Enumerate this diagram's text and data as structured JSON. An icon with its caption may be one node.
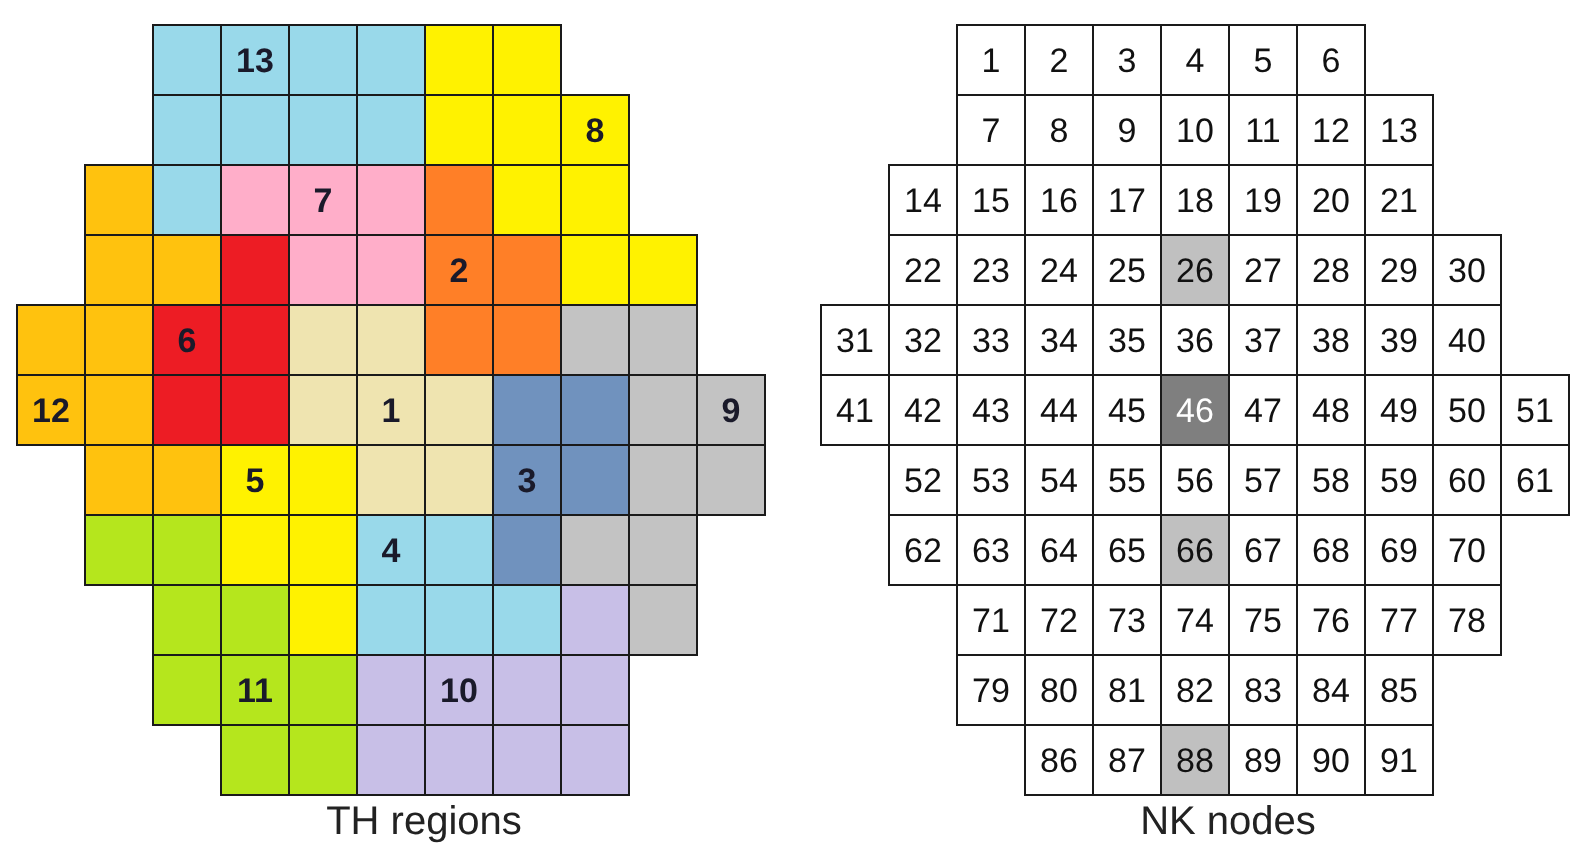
{
  "diagram": {
    "nodes": [
      {
        "text": [],
        "shape": "box"
      },
      {
        "text": [
          "13"
        ]
      },
      {
        "text": [],
        "shape": "box"
      },
      {
        "text": [],
        "shape": "box"
      },
      {
        "text": [],
        "shape": "box"
      },
      {
        "text": [],
        "shape": "box"
      },
      {
        "text": [],
        "shape": "box"
      },
      {
        "text": [],
        "shape": "box"
      },
      {
        "text": [],
        "shape": "box"
      },
      {
        "text": [],
        "shape": "box"
      },
      {
        "text": [],
        "shape": "box"
      },
      {
        "text": [],
        "shape": "box"
      },
      {
        "text": [
          "8"
        ]
      },
      {
        "text": [],
        "shape": "box"
      },
      {
        "text": [],
        "shape": "box"
      },
      {
        "text": [],
        "shape": "box"
      },
      {
        "text": [
          "7"
        ]
      },
      {
        "text": [],
        "shape": "box"
      },
      {
        "text": [],
        "shape": "box"
      },
      {
        "text": [],
        "shape": "box"
      },
      {
        "text": [],
        "shape": "box"
      },
      {
        "text": [],
        "shape": "box"
      },
      {
        "text": [],
        "shape": "box"
      },
      {
        "text": [],
        "shape": "box"
      },
      {
        "text": [],
        "shape": "box"
      },
      {
        "text": [],
        "shape": "box"
      },
      {
        "text": [
          "2"
        ]
      },
      {
        "text": [],
        "shape": "box"
      },
      {
        "text": [],
        "shape": "box"
      },
      {
        "text": [],
        "shape": "box"
      },
      {
        "text": [],
        "shape": "box"
      },
      {
        "text": [],
        "shape": "box"
      },
      {
        "text": [
          "6"
        ]
      },
      {
        "text": [],
        "shape": "box"
      },
      {
        "text": [],
        "shape": "box"
      },
      {
        "text": [],
        "shape": "box"
      },
      {
        "text": [],
        "shape": "box"
      },
      {
        "text": [],
        "shape": "box"
      },
      {
        "text": [],
        "shape": "box"
      },
      {
        "text": [],
        "shape": "box"
      },
      {
        "text": [
          "12"
        ]
      },
      {
        "text": [],
        "shape": "box"
      },
      {
        "text": [],
        "shape": "box"
      },
      {
        "text": [],
        "shape": "box"
      },
      {
        "text": [],
        "shape": "box"
      },
      {
        "text": [
          "1"
        ]
      },
      {
        "text": [],
        "shape": "box"
      },
      {
        "text": [],
        "shape": "box"
      },
      {
        "text": [],
        "shape": "box"
      },
      {
        "text": [],
        "shape": "box"
      },
      {
        "text": [
          "9"
        ]
      },
      {
        "text": [],
        "shape": "box"
      },
      {
        "text": [],
        "shape": "box"
      },
      {
        "text": [
          "5"
        ]
      },
      {
        "text": [],
        "shape": "box"
      },
      {
        "text": [],
        "shape": "box"
      },
      {
        "text": [],
        "shape": "box"
      },
      {
        "text": [
          "3"
        ]
      },
      {
        "text": [],
        "shape": "box"
      },
      {
        "text": [],
        "shape": "box"
      },
      {
        "text": [],
        "shape": "box"
      },
      {
        "text": [],
        "shape": "box"
      },
      {
        "text": [],
        "shape": "box"
      },
      {
        "text": [],
        "shape": "box"
      },
      {
        "text": [],
        "shape": "box"
      },
      {
        "text": [
          "4"
        ]
      },
      {
        "text": [],
        "shape": "box"
      },
      {
        "text": [],
        "shape": "box"
      },
      {
        "text": [],
        "shape": "box"
      },
      {
        "text": [],
        "shape": "box"
      },
      {
        "text": [],
        "shape": "box"
      },
      {
        "text": [],
        "shape": "box"
      },
      {
        "text": [],
        "shape": "box"
      },
      {
        "text": [],
        "shape": "box"
      },
      {
        "text": [],
        "shape": "box"
      },
      {
        "text": [],
        "shape": "box"
      },
      {
        "text": [],
        "shape": "box"
      },
      {
        "text": [],
        "shape": "box"
      },
      {
        "text": [],
        "shape": "box"
      },
      {
        "text": [
          "11"
        ]
      },
      {
        "text": [],
        "shape": "box"
      },
      {
        "text": [],
        "shape": "box"
      },
      {
        "text": [
          "10"
        ]
      },
      {
        "text": [],
        "shape": "box"
      },
      {
        "text": [],
        "shape": "box"
      },
      {
        "text": [],
        "shape": "box"
      },
      {
        "text": [],
        "shape": "box"
      },
      {
        "text": [],
        "shape": "box"
      },
      {
        "text": [],
        "shape": "box"
      },
      {
        "text": [],
        "shape": "box"
      },
      {
        "text": [],
        "shape": "box"
      },
      {
        "text": [
          "1"
        ]
      },
      {
        "text": [
          "2"
        ]
      },
      {
        "text": [
          "3"
        ]
      },
      {
        "text": [
          "4"
        ]
      },
      {
        "text": [
          "5"
        ]
      },
      {
        "text": [
          "6"
        ]
      },
      {
        "text": [
          "7"
        ]
      },
      {
        "text": [
          "8"
        ]
      },
      {
        "text": [
          "9"
        ]
      },
      {
        "text": [
          "10"
        ]
      },
      {
        "text": [
          "11"
        ]
      },
      {
        "text": [
          "12"
        ]
      },
      {
        "text": [
          "13"
        ]
      },
      {
        "text": [
          "14"
        ]
      },
      {
        "text": [
          "15"
        ]
      },
      {
        "text": [
          "16"
        ]
      },
      {
        "text": [
          "17"
        ]
      },
      {
        "text": [
          "18"
        ]
      },
      {
        "text": [
          "19"
        ]
      },
      {
        "text": [
          "20"
        ]
      },
      {
        "text": [
          "21"
        ]
      },
      {
        "text": [
          "22"
        ]
      },
      {
        "text": [
          "23"
        ]
      },
      {
        "text": [
          "24"
        ]
      },
      {
        "text": [
          "25"
        ]
      },
      {
        "text": [
          "26"
        ]
      },
      {
        "text": [
          "27"
        ]
      },
      {
        "text": [
          "28"
        ]
      },
      {
        "text": [
          "29"
        ]
      },
      {
        "text": [
          "30"
        ]
      },
      {
        "text": [
          "31"
        ]
      },
      {
        "text": [
          "32"
        ]
      },
      {
        "text": [
          "33"
        ]
      },
      {
        "text": [
          "34"
        ]
      },
      {
        "text": [
          "35"
        ]
      },
      {
        "text": [
          "36"
        ]
      },
      {
        "text": [
          "37"
        ]
      },
      {
        "text": [
          "38"
        ]
      },
      {
        "text": [
          "39"
        ]
      },
      {
        "text": [
          "40"
        ]
      },
      {
        "text": [
          "41"
        ]
      },
      {
        "text": [
          "42"
        ]
      },
      {
        "text": [
          "43"
        ]
      },
      {
        "text": [
          "44"
        ]
      },
      {
        "text": [
          "45"
        ]
      },
      {
        "text": [
          "46"
        ]
      },
      {
        "text": [
          "47"
        ]
      },
      {
        "text": [
          "48"
        ]
      },
      {
        "text": [
          "49"
        ]
      },
      {
        "text": [
          "50"
        ]
      },
      {
        "text": [
          "51"
        ]
      },
      {
        "text": [
          "52"
        ]
      },
      {
        "text": [
          "53"
        ]
      },
      {
        "text": [
          "54"
        ]
      },
      {
        "text": [
          "55"
        ]
      },
      {
        "text": [
          "56"
        ]
      },
      {
        "text": [
          "57"
        ]
      },
      {
        "text": [
          "58"
        ]
      },
      {
        "text": [
          "59"
        ]
      },
      {
        "text": [
          "60"
        ]
      },
      {
        "text": [
          "61"
        ]
      },
      {
        "text": [
          "62"
        ]
      },
      {
        "text": [
          "63"
        ]
      },
      {
        "text": [
          "64"
        ]
      },
      {
        "text": [
          "65"
        ]
      },
      {
        "text": [
          "66"
        ]
      },
      {
        "text": [
          "67"
        ]
      },
      {
        "text": [
          "68"
        ]
      },
      {
        "text": [
          "69"
        ]
      },
      {
        "text": [
          "70"
        ]
      },
      {
        "text": [
          "71"
        ]
      },
      {
        "text": [
          "72"
        ]
      },
      {
        "text": [
          "73"
        ]
      },
      {
        "text": [
          "74"
        ]
      },
      {
        "text": [
          "75"
        ]
      },
      {
        "text": [
          "76"
        ]
      },
      {
        "text": [
          "77"
        ]
      },
      {
        "text": [
          "78"
        ]
      },
      {
        "text": [
          "79"
        ]
      },
      {
        "text": [
          "80"
        ]
      },
      {
        "text": [
          "81"
        ]
      },
      {
        "text": [
          "82"
        ]
      },
      {
        "text": [
          "83"
        ]
      },
      {
        "text": [
          "84"
        ]
      },
      {
        "text": [
          "85"
        ]
      },
      {
        "text": [
          "86"
        ]
      },
      {
        "text": [
          "87"
        ]
      },
      {
        "text": [
          "88"
        ]
      },
      {
        "text": [
          "89"
        ]
      },
      {
        "text": [
          "90"
        ]
      },
      {
        "text": [
          "91"
        ]
      }
    ],
    "labels": [
      "TH regions",
      "NK nodes"
    ]
  }
}
